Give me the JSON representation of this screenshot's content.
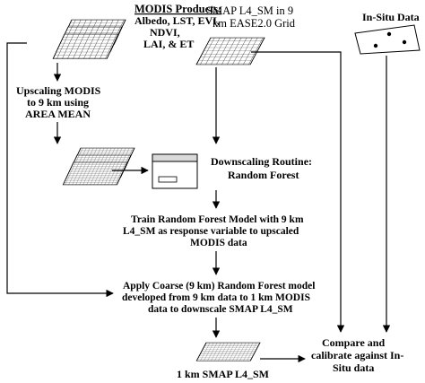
{
  "modis_box": {
    "title": "MODIS Products:",
    "lines": [
      "Albedo, LST, EVI,",
      "NDVI,",
      "LAI, & ET"
    ]
  },
  "smap_box": {
    "lines": [
      "SMAP L4_SM in 9",
      "km EASE2.0 Grid"
    ]
  },
  "insitu_box": {
    "title": "In-Situ Data"
  },
  "upscale_box": {
    "lines": [
      "Upscaling MODIS",
      "to 9 km using",
      "AREA MEAN"
    ]
  },
  "downscale_box": {
    "lines": [
      "Downscaling Routine:",
      "Random Forest"
    ]
  },
  "train_box": {
    "lines": [
      "Train Random Forest Model with 9 km",
      "L4_SM as response variable to upscaled",
      "MODIS data"
    ]
  },
  "apply_box": {
    "lines": [
      "Apply Coarse (9 km) Random Forest model",
      "developed from 9 km data to 1 km MODIS",
      "data to downscale SMAP L4_SM"
    ]
  },
  "output_box": {
    "label": "1 km SMAP L4_SM"
  },
  "compare_box": {
    "lines": [
      "Compare and",
      "calibrate against In-",
      "Situ data"
    ]
  }
}
